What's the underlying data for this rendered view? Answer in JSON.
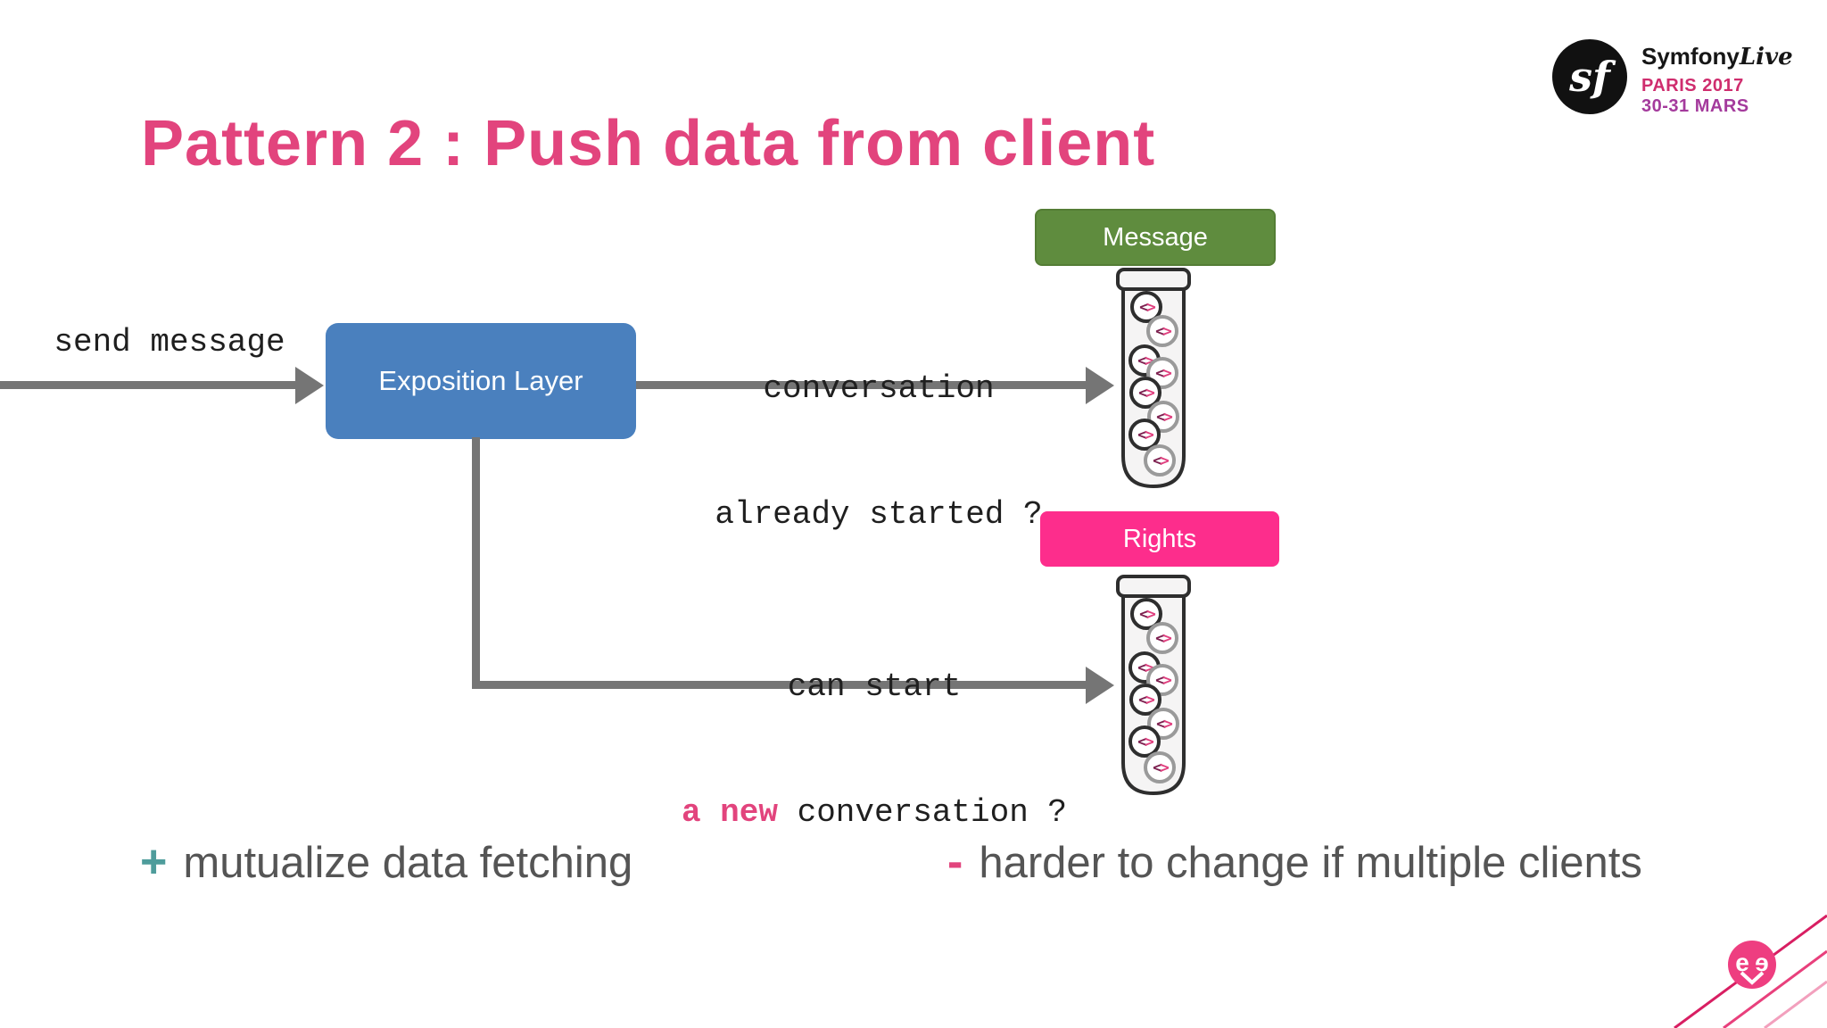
{
  "slide": {
    "title": "Pattern 2 : Push data from client",
    "event_logo": {
      "badge_glyph": "sf",
      "brand": "Symfony",
      "brand_script": "Live",
      "city_year": "PARIS 2017",
      "dates": "30-31 MARS"
    }
  },
  "diagram": {
    "input_arrow_label": "send message",
    "exposition_box_label": "Exposition Layer",
    "message_queue": {
      "title": "Message",
      "arrow_label_line1": "conversation",
      "arrow_label_line2": "already started ?"
    },
    "rights_queue": {
      "title": "Rights",
      "arrow_label_line1": "can start",
      "arrow_label_line2_highlight": "a new",
      "arrow_label_line2_rest": " conversation ?"
    },
    "tube_icon_glyph_left": "<",
    "tube_icon_glyph_right": ">"
  },
  "takeaways": {
    "pro_sign": "+",
    "pro_text": "mutualize data fetching",
    "con_sign": "-",
    "con_text": "harder to change if multiple clients"
  },
  "footer_logo": {
    "letter_left": "e",
    "letter_right": "e"
  },
  "colors": {
    "title_pink": "#e2447d",
    "exposition_blue": "#4a80be",
    "message_green": "#5f8c3e",
    "rights_pink": "#fd2d8c",
    "arrow_gray": "#757575",
    "pro_teal": "#4e9c9b",
    "con_pink": "#e2447d",
    "takeaway_gray": "#555555",
    "code_icon_pink": "#d6336c"
  }
}
